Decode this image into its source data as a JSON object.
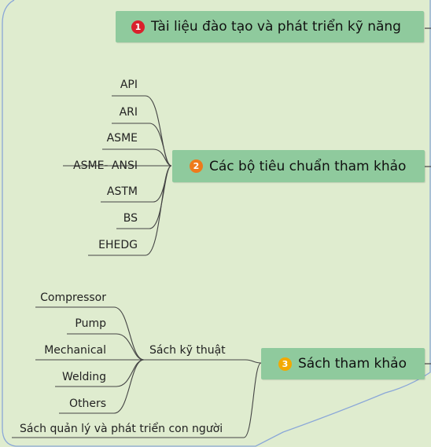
{
  "topics": [
    {
      "number": "1",
      "label": "Tài liệu đào tạo và phát triển kỹ năng",
      "badge_color": "#d9202c"
    },
    {
      "number": "2",
      "label": "Các bộ tiêu chuẩn tham khảo",
      "badge_color": "#ee7a1b"
    },
    {
      "number": "3",
      "label": "Sách tham khảo",
      "badge_color": "#f2a900"
    }
  ],
  "standards": [
    "API",
    "ARI",
    "ASME",
    "ASME- ANSI",
    "ASTM",
    "BS",
    "EHEDG"
  ],
  "books": {
    "technical_label": "Sách kỹ thuật",
    "technical_items": [
      "Compressor",
      "Pump",
      "Mechanical",
      "Welding",
      "Others"
    ],
    "management_label": "Sách quản lý và phát triển con người"
  },
  "colors": {
    "background": "#dfeccf",
    "topic_fill": "#8fca9d",
    "line": "#333333",
    "boundary": "#8aa7d8"
  }
}
